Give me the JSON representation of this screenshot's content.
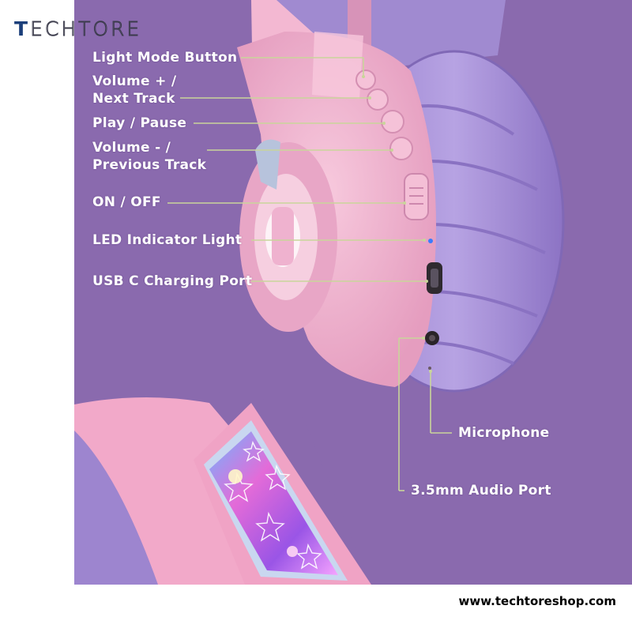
{
  "brand": {
    "logo_text": "TECHTORE",
    "website": "www.techtoreshop.com"
  },
  "colors": {
    "panel_purple": "#8a6aae",
    "headphone_pink": "#f0b3cf",
    "earpad_lavender": "#a58fd6",
    "leader_line": "#c9d59a"
  },
  "callouts": {
    "light_mode": "Light Mode Button",
    "volume_up": "Volume + /\nNext Track",
    "play_pause": "Play / Pause",
    "volume_down": "Volume - /\nPrevious Track",
    "power": "ON / OFF",
    "led": "LED Indicator Light",
    "usb": "USB C Charging Port",
    "microphone": "Microphone",
    "audio_port": "3.5mm Audio Port"
  },
  "button_icons": [
    "mode-icon",
    "plus-icon",
    "play-pause-icon",
    "minus-icon"
  ]
}
